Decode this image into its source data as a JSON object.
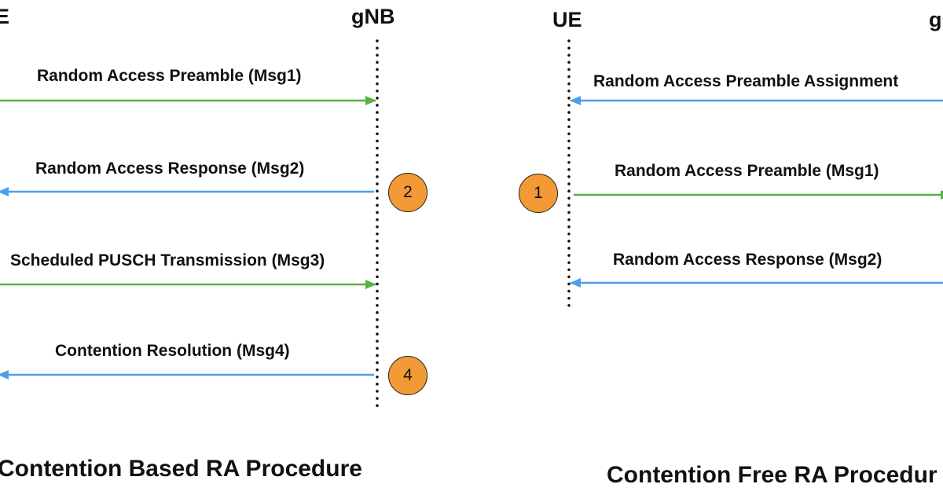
{
  "colors": {
    "green": "#5ab043",
    "blue": "#4a9fe8",
    "badge": "#f29a35",
    "lifeline": "#111111"
  },
  "left": {
    "ue_label": "E",
    "gnb_label": "gNB",
    "messages": [
      {
        "label": "Random Access Preamble (Msg1)",
        "direction": "UE-to-gNB",
        "color": "green"
      },
      {
        "label": "Random Access Response (Msg2)",
        "direction": "gNB-to-UE",
        "color": "blue"
      },
      {
        "label": "Scheduled PUSCH Transmission (Msg3)",
        "direction": "UE-to-gNB",
        "color": "green"
      },
      {
        "label": "Contention Resolution (Msg4)",
        "direction": "gNB-to-UE",
        "color": "blue"
      }
    ],
    "badges": [
      "2",
      "4"
    ],
    "caption": "Contention Based RA Procedure"
  },
  "right": {
    "ue_label": "UE",
    "gnb_label": "g",
    "messages": [
      {
        "label": "Random Access Preamble Assignment",
        "direction": "gNB-to-UE",
        "color": "blue"
      },
      {
        "label": "Random Access Preamble (Msg1)",
        "direction": "UE-to-gNB",
        "color": "green"
      },
      {
        "label": "Random Access Response (Msg2)",
        "direction": "gNB-to-UE",
        "color": "blue"
      }
    ],
    "badges": [
      "1"
    ],
    "caption": "Contention Free RA Procedur"
  }
}
